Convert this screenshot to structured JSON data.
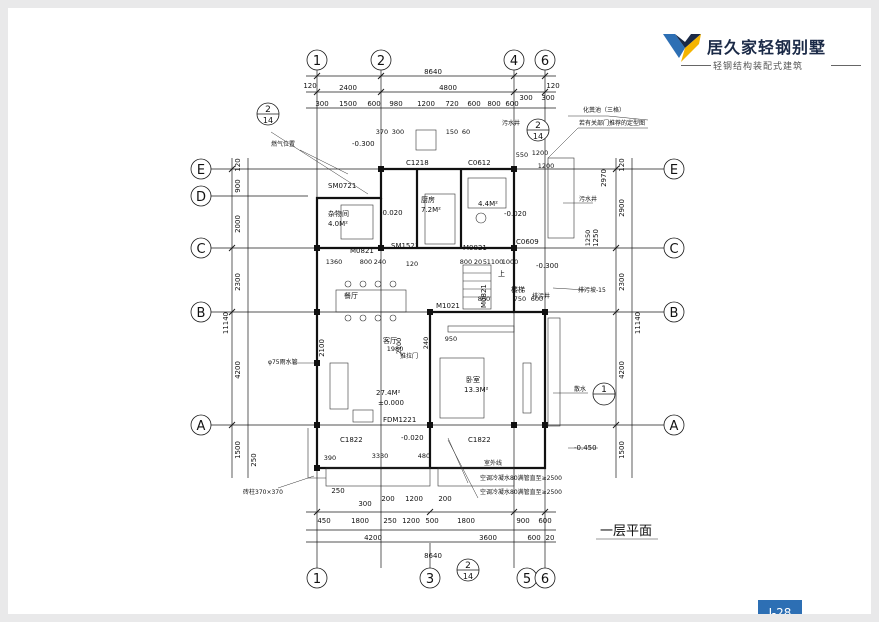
{
  "brand": {
    "name": "居久家轻钢别墅",
    "subtitle": "轻钢结构装配式建筑"
  },
  "drawing": {
    "title": "一层平面",
    "top_total": "8640",
    "top_spans": [
      "2400",
      "4800"
    ],
    "top_detail": [
      "300",
      "1500",
      "600",
      "980",
      "1200",
      "720",
      "600",
      "800",
      "600"
    ],
    "top_extra": [
      "120",
      "120",
      "300",
      "300"
    ],
    "bottom_total": "8640",
    "bottom_spans": [
      "4200",
      "3600",
      "600",
      "20"
    ],
    "bottom_detail": [
      "450",
      "1800",
      "250",
      "1200",
      "500",
      "1800",
      "900",
      "600"
    ],
    "bottom_small": [
      "300",
      "200",
      "1200",
      "200",
      "250"
    ],
    "left_dims": [
      "120",
      "900",
      "2000",
      "2300",
      "2100",
      "4200",
      "1500",
      "250"
    ],
    "left_total": "11140",
    "right_dims": [
      "120",
      "2900",
      "1250",
      "2300",
      "4200",
      "1500",
      "2970"
    ],
    "right_total": "11140",
    "axis_labels": {
      "top": [
        "1",
        "2",
        "4",
        "6"
      ],
      "bottom": [
        "1",
        "3",
        "5",
        "6"
      ],
      "left": [
        "E",
        "D",
        "C",
        "B",
        "A"
      ],
      "right": [
        "E",
        "C",
        "B",
        "A"
      ]
    },
    "section_marks": [
      {
        "num": "2",
        "den": "14"
      },
      {
        "num": "2",
        "den": "14"
      },
      {
        "num": "2",
        "den": "14"
      },
      {
        "num": "1",
        "den": ""
      }
    ],
    "rooms": {
      "dining": "餐厅",
      "living": "客厅",
      "living_area": "27.4M²",
      "living_elev": "±0.000",
      "bedroom": "卧室",
      "bedroom_area": "13.3M²",
      "storage": "杂物间",
      "storage_area": "4.0M²",
      "kitchen": "厨房",
      "kitchen_area": "7.2M²",
      "bath_area": "4.4M²",
      "stair": "楼梯",
      "stair_up": "上"
    },
    "elevations": [
      "-0.300",
      "-0.020",
      "-0.020",
      "-0.300",
      "-0.450",
      "-0.020"
    ],
    "doors": [
      "C1218",
      "C0612",
      "SM0721",
      "M0821",
      "SM1521",
      "M0821",
      "C0609",
      "M1021",
      "M0821",
      "FDM1221",
      "C1822",
      "C1822"
    ],
    "notes": [
      "化粪池（三格）",
      "若有关部门推荐的定型图",
      "污水井",
      "污水井",
      "排污井",
      "散水",
      "室外线",
      "空调冷凝水80满管直至≥2500",
      "空调冷凝水80满管直至≥2500",
      "燃气位置",
      "φ75雨水管",
      "排污坡-15",
      "砖柱370×370",
      "推拉门"
    ],
    "misc_dims": [
      "370",
      "300",
      "150",
      "60",
      "1360",
      "800",
      "240",
      "800",
      "20",
      "5",
      "1100",
      "1000",
      "1980",
      "950",
      "800",
      "750",
      "600",
      "3330",
      "480",
      "120",
      "390",
      "1200",
      "2100",
      "240",
      "550",
      "1200",
      "1250"
    ]
  },
  "page_label": "J-28",
  "colors": {
    "line": "#1a1a1a",
    "brand": "#1b2a47",
    "badge": "#2d6fb4",
    "logo_yellow": "#f4b400",
    "logo_blue": "#2d6fb4"
  }
}
